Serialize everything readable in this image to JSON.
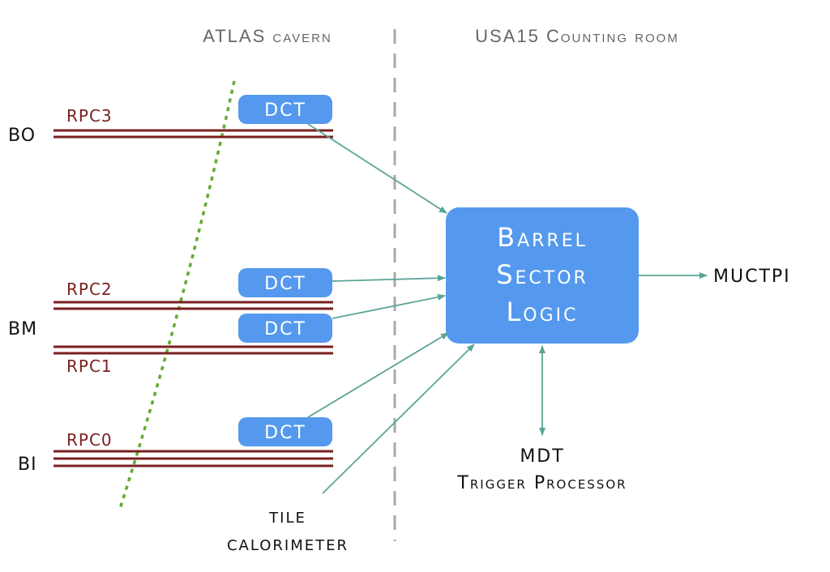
{
  "regions": {
    "left": "ATLAS cavern",
    "right": "USA15 Counting room"
  },
  "layers": {
    "bo": "BO",
    "bm": "BM",
    "bi": "BI"
  },
  "rpc": {
    "rpc3": "RPC3",
    "rpc2": "RPC2",
    "rpc1": "RPC1",
    "rpc0": "RPC0"
  },
  "dct": {
    "label": "DCT"
  },
  "logic": {
    "line1": "Barrel",
    "line2": "Sector",
    "line3": "Logic"
  },
  "outputs": {
    "muctpi": "MUCTPI",
    "mdt_line1": "MDT",
    "mdt_line2": "Trigger Processor",
    "tile_line1": "tile",
    "tile_line2": "calorimeter"
  },
  "colors": {
    "dct_fill": "#5599ee",
    "logic_fill": "#5599ee",
    "rpc_line": "#7a1f1f",
    "arrow": "#5aa497",
    "curve": "#66aa33",
    "divider": "#aaaaaa"
  }
}
